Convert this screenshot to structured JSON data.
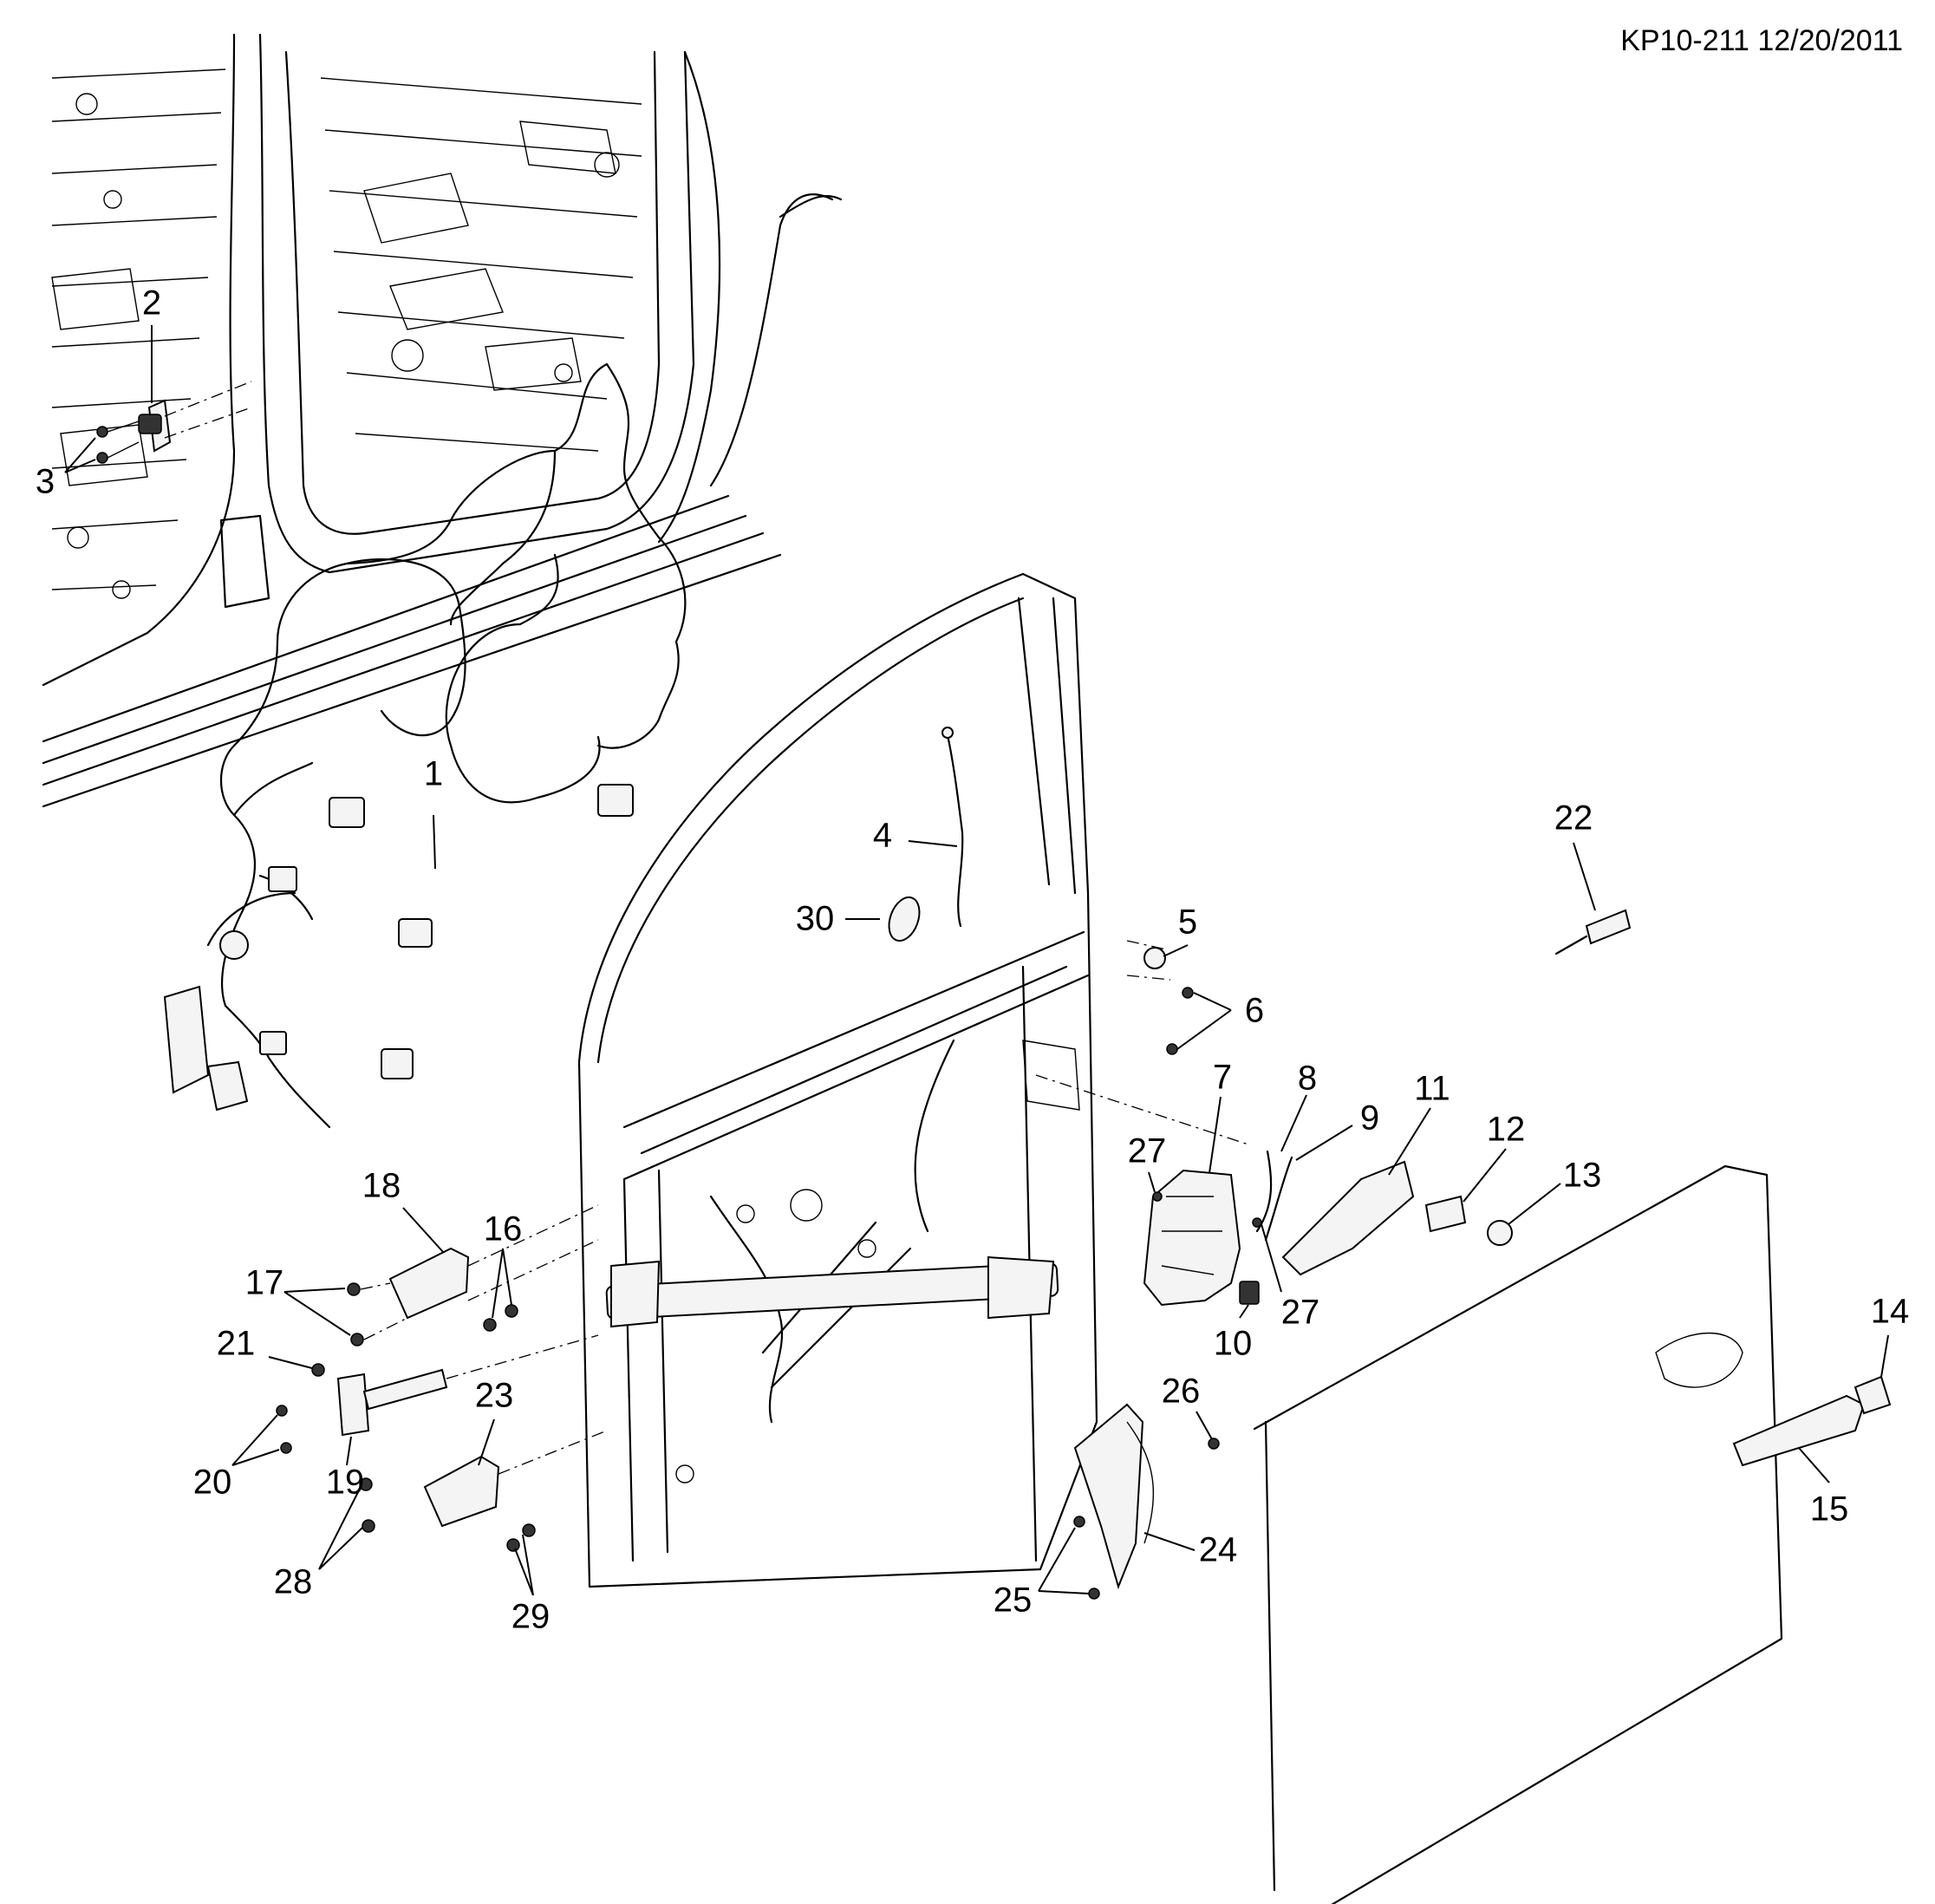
{
  "figure": {
    "reference": "KP10-211 12/20/2011"
  },
  "callouts": [
    {
      "id": "1",
      "label": "1"
    },
    {
      "id": "2",
      "label": "2"
    },
    {
      "id": "3",
      "label": "3"
    },
    {
      "id": "4",
      "label": "4"
    },
    {
      "id": "5",
      "label": "5"
    },
    {
      "id": "6",
      "label": "6"
    },
    {
      "id": "7",
      "label": "7"
    },
    {
      "id": "8",
      "label": "8"
    },
    {
      "id": "9",
      "label": "9"
    },
    {
      "id": "10",
      "label": "10"
    },
    {
      "id": "11",
      "label": "11"
    },
    {
      "id": "12",
      "label": "12"
    },
    {
      "id": "13",
      "label": "13"
    },
    {
      "id": "14",
      "label": "14"
    },
    {
      "id": "15",
      "label": "15"
    },
    {
      "id": "16",
      "label": "16"
    },
    {
      "id": "17",
      "label": "17"
    },
    {
      "id": "18",
      "label": "18"
    },
    {
      "id": "19",
      "label": "19"
    },
    {
      "id": "20",
      "label": "20"
    },
    {
      "id": "21",
      "label": "21"
    },
    {
      "id": "22",
      "label": "22"
    },
    {
      "id": "23",
      "label": "23"
    },
    {
      "id": "24",
      "label": "24"
    },
    {
      "id": "25",
      "label": "25"
    },
    {
      "id": "26",
      "label": "26"
    },
    {
      "id": "27a",
      "label": "27"
    },
    {
      "id": "27b",
      "label": "27"
    },
    {
      "id": "28",
      "label": "28"
    },
    {
      "id": "29",
      "label": "29"
    },
    {
      "id": "30",
      "label": "30"
    }
  ]
}
